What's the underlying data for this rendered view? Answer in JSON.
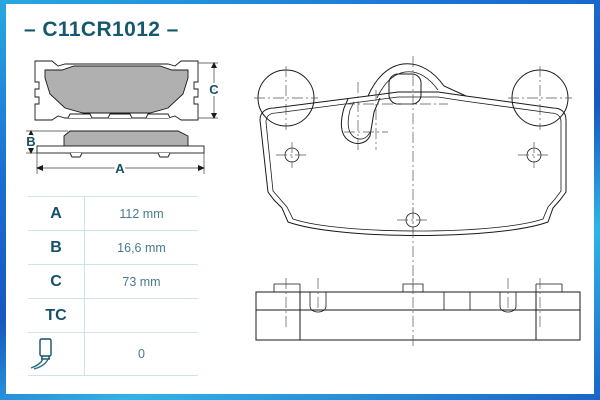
{
  "part": {
    "code": "C11CR1012",
    "title_prefix": "–",
    "title_suffix": "–"
  },
  "colors": {
    "frame_blue_light": "#27a9e1",
    "frame_blue_dark": "#1757c0",
    "title_teal": "#15596e",
    "table_rule": "#cfe3ec",
    "label_teal": "#14506a",
    "value_teal": "#4a7b8c",
    "pad_fill": "#b3b3b3",
    "line_black": "#1a1a1a"
  },
  "spec_table": {
    "rows": [
      {
        "label": "A",
        "value": "112 mm",
        "icon": null
      },
      {
        "label": "B",
        "value": "16,6 mm",
        "icon": null
      },
      {
        "label": "C",
        "value": "73 mm",
        "icon": null
      },
      {
        "label": "TC",
        "value": "",
        "icon": null
      },
      {
        "label": "",
        "value": "0",
        "icon": "wear-sensor-icon"
      }
    ]
  },
  "dimension_callouts": {
    "a": "A",
    "b": "B",
    "c": "C"
  },
  "drawings": {
    "pad_front_view": "brake-pad-front-silhouette",
    "pad_side_view": "brake-pad-side-profile",
    "technical_top_view": "brake-pad-technical-top-view",
    "technical_edge_view": "brake-pad-technical-edge-view"
  }
}
